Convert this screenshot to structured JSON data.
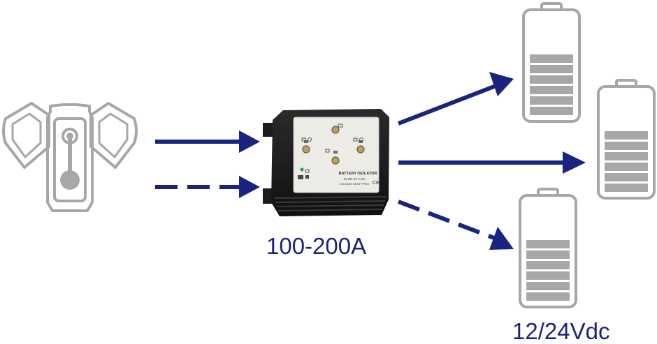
{
  "diagram": {
    "rating_label": "100-200A",
    "voltage_label": "12/24Vdc",
    "isolator_panel": {
      "title": "BATTERY ISOLATOR",
      "subtitle": "12 OR 24 V DC",
      "note": "VOLTAGE DROP FREE",
      "mark": "CE"
    },
    "batteries": [
      {
        "name": "battery-top",
        "charge_bars": 6
      },
      {
        "name": "battery-middle",
        "charge_bars": 6
      },
      {
        "name": "battery-bottom",
        "charge_bars": 6
      }
    ],
    "colors": {
      "arrow": "#1a237e",
      "outline": "#a7a7a7",
      "charge": "#a7a7a7",
      "housing": "#1c1c1c",
      "panel": "#ecebe6",
      "label": "#1a237e"
    },
    "icons": [
      "engine-icon",
      "battery-isolator-device",
      "battery-icon"
    ]
  }
}
